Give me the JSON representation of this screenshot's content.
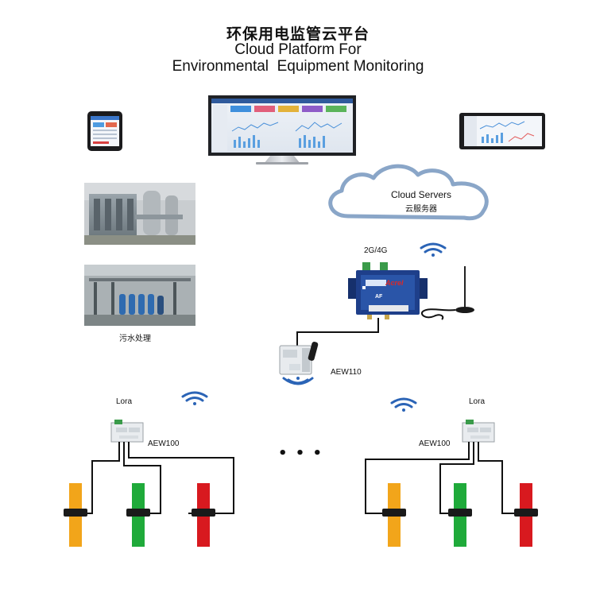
{
  "header": {
    "title_cn": "环保用电监管云平台",
    "title_en_line1": "Cloud Platform For",
    "title_en_line2": "Environmental  Equipment Monitoring"
  },
  "cloud": {
    "title": "Cloud Servers",
    "subtitle": "云服务器"
  },
  "gateway": {
    "network_label": "2G/4G",
    "brand": "Acrel",
    "model_mark": "AF"
  },
  "meter_main": {
    "label": "AEW110"
  },
  "left_node": {
    "lora_label": "Lora",
    "meter_label": "AEW100"
  },
  "right_node": {
    "lora_label": "Lora",
    "meter_label": "AEW100"
  },
  "photos": {
    "sewage_label": "污水处理"
  },
  "ellipsis": "• • •",
  "colors": {
    "phase_yellow": "#f2a51a",
    "phase_green": "#1faa3a",
    "phase_red": "#d8191f",
    "cloud_outline": "#8aa6c8",
    "gateway_blue": "#1e3f8a"
  }
}
